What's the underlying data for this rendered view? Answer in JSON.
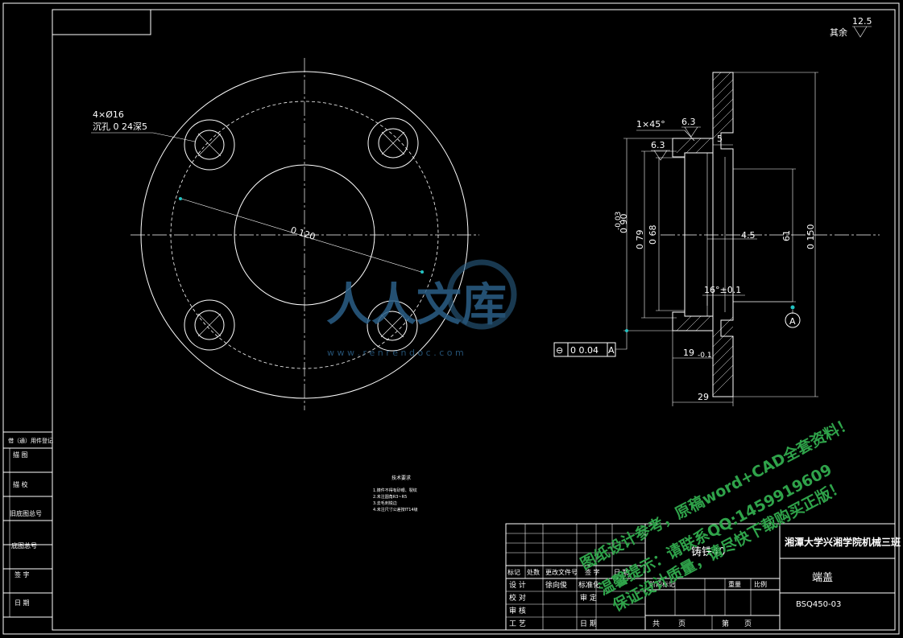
{
  "roughness": {
    "label": "其余",
    "value": "12.5"
  },
  "plan_view": {
    "hole_note_line1": "4×Ø16",
    "hole_note_line2": "沉孔 0 24深5",
    "pcd_label": "0 120"
  },
  "section_view": {
    "chamfer": "1×45°",
    "rough_top": "6.3",
    "rough_left": "6.3",
    "dim_5": "5",
    "dim_90": "0 90",
    "dim_90_tol": "-0.03",
    "dim_79": "0 79",
    "dim_68": "0 68",
    "dim_45": "4.5",
    "dim_61": "61",
    "dim_150": "0 150",
    "dim_16": "16°±0.1",
    "dim_19": "19",
    "dim_19_tol": "-0.1",
    "dim_29": "29",
    "datum": "A",
    "tolerance_symbol": "⊖",
    "tolerance_value": "0 0.04",
    "tolerance_datum": "A"
  },
  "tech_req": {
    "title": "技术要求",
    "items": [
      "1.铸件不得有砂眼、裂纹",
      "2.未注圆角R3~R5",
      "3.去毛刺锐边",
      "4.未注尺寸公差按IT14级"
    ]
  },
  "left_strip": [
    "借（通）用件登记",
    "描 图",
    "描 校",
    "旧底图总号",
    "底图总号",
    "签 字",
    "日 期"
  ],
  "title_block": {
    "material": "铸铁40",
    "school": "湘潭大学兴湘学院机械三班",
    "part_name": "端盖",
    "drawing_no": "BSQ450-03",
    "row_labels": [
      "标记",
      "处数",
      "更改文件号",
      "签 字",
      "日 期"
    ],
    "designer_label": "设 计",
    "designer_name": "徐向俊",
    "std_label": "标准化",
    "stage_label": "阶段标记",
    "weight_label": "重量",
    "scale_label": "比例",
    "check_label": "校 对",
    "review_label": "审 核",
    "approve_label": "审 定",
    "process_label": "工 艺",
    "date_label": "日 期",
    "total_label": "共",
    "page_unit": "页",
    "sheet_label": "第"
  },
  "watermark": {
    "logo_text": "人人文库",
    "url": "w w w . r e n r e n d o c . c o m",
    "line1": "图纸设计参考，原稿word+CAD全套资料！",
    "line2": "温馨提示：请联系QQ:1459919609",
    "line3": "保证设计质量，请尽快下载购买正版！"
  },
  "colors": {
    "line": "#ffffff",
    "background": "#000000",
    "watermark_blue": "#2b5f86",
    "watermark_green": "#2fa34a",
    "accent_cyan": "#22c3c3"
  }
}
